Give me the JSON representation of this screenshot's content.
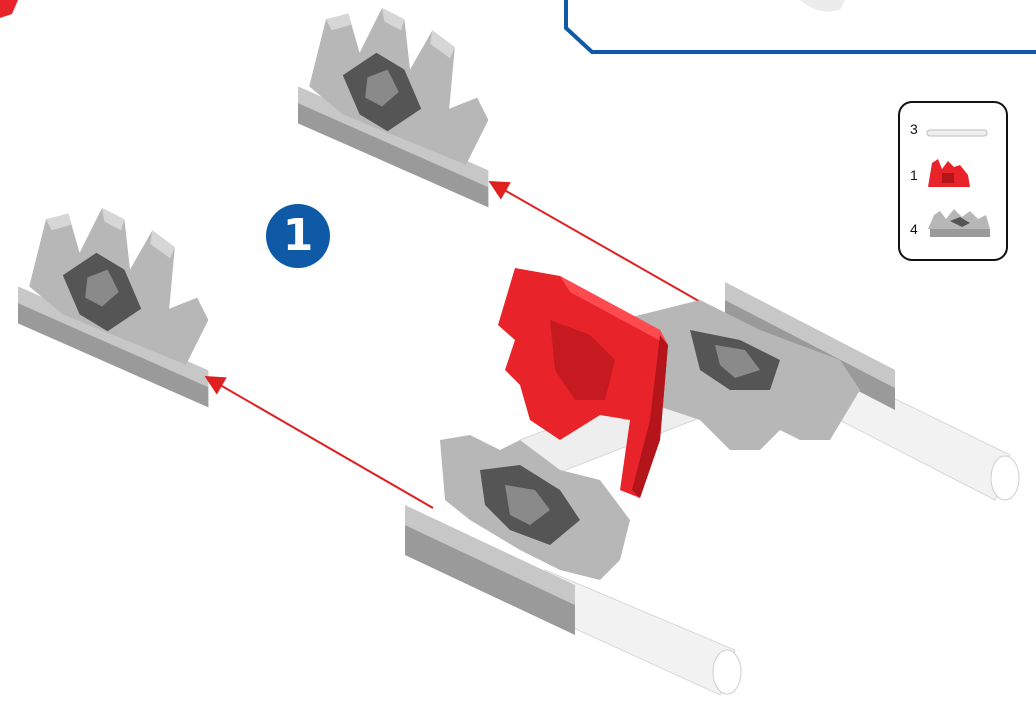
{
  "step": {
    "number": "1"
  },
  "parts_list": [
    {
      "qty": "3",
      "icon": "white-rod-icon"
    },
    {
      "qty": "1",
      "icon": "red-connector-icon"
    },
    {
      "qty": "4",
      "icon": "gray-connector-icon"
    }
  ],
  "colors": {
    "step_badge": "#0e5aa7",
    "callout_border": "#0e5aa7",
    "red_piece": "#e8232a",
    "gray_piece": "#b4b4b4",
    "arrow": "#e02020",
    "rod": "#f2f2f2"
  }
}
